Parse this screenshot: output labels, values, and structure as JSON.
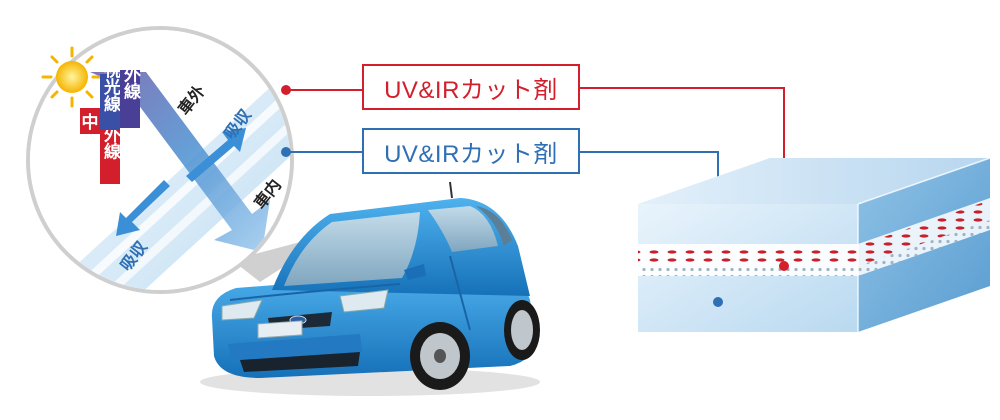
{
  "labels": {
    "uv_ir_cut_red": "UV&IRカット剤",
    "uv_ir_cut_blue": "UV&IRカット剤"
  },
  "circle": {
    "uv_label": "紫外線",
    "visible_label": "可視光線",
    "ir_label": "赤外線",
    "center_label": "中",
    "outside_label": "車外",
    "inside_label": "車内",
    "absorb_upper": "吸収",
    "absorb_lower": "吸収"
  },
  "colors": {
    "red": "#d31f2c",
    "blue": "#2f6fb3",
    "car_body": "#2a8fd6",
    "glass": "#cfe6f6"
  },
  "icons": {
    "sun": "sun-icon"
  }
}
